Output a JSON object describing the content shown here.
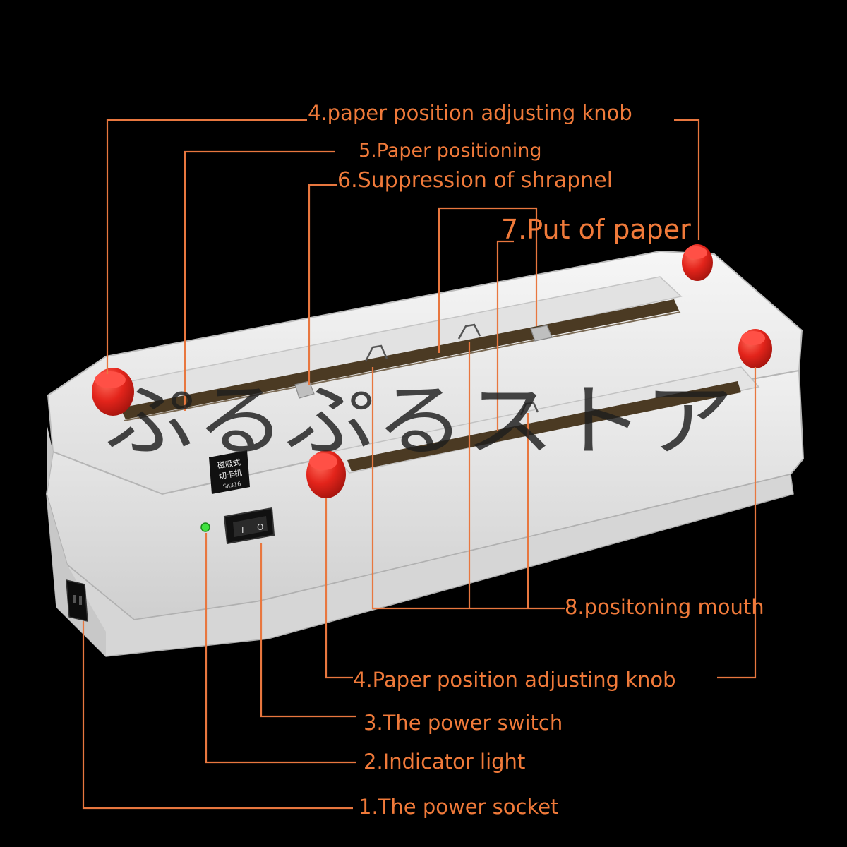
{
  "labels": {
    "knob_top": "4.paper position adjusting knob",
    "positioning": "5.Paper positioning",
    "shrapnel": "6.Suppression of shrapnel",
    "put_paper": "7.Put of paper",
    "mouth": "8.positoning mouth",
    "knob_bottom": "4.Paper position adjusting knob",
    "power_switch": "3.The power switch",
    "indicator": "2.Indicator light",
    "power_socket": "1.The power socket"
  },
  "watermark": "ぷるぷるストア",
  "device_print": {
    "line1": "磁吸式",
    "line2": "切卡机",
    "model": "SK316"
  },
  "colors": {
    "background": "#000000",
    "label": "#f07a3a",
    "leader": "#e8773f",
    "knob": "#e3241b",
    "body": "#ececec",
    "indicator_led": "#3fe23f"
  }
}
